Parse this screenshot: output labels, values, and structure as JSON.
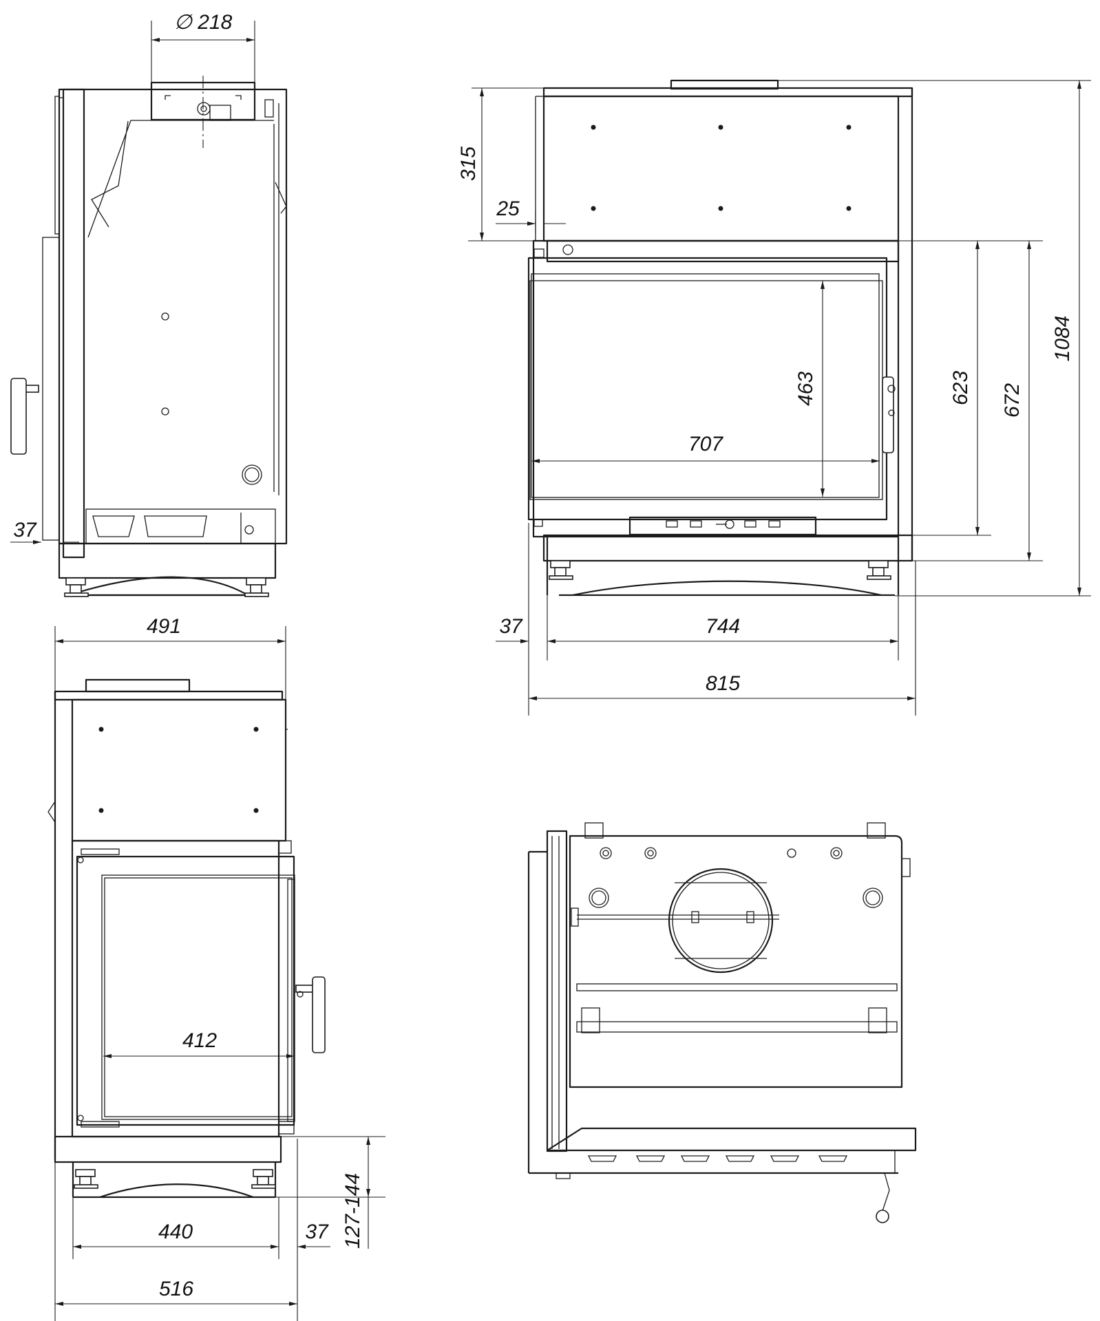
{
  "dimensions": {
    "flue_diameter": "∅ 218",
    "side_depth_offset": "37",
    "front_top_height": "315",
    "front_side_inset": "25",
    "glass_height": "463",
    "glass_width": "707",
    "door_height": "623",
    "body_height": "672",
    "total_height": "1084",
    "front_left_offset": "37",
    "front_body_width": "744",
    "front_total_width": "815",
    "side_top_width": "491",
    "side_glass_width": "412",
    "side_base_width": "440",
    "side_right_offset": "37",
    "leg_height_range": "127-144",
    "side_total_width": "516"
  }
}
